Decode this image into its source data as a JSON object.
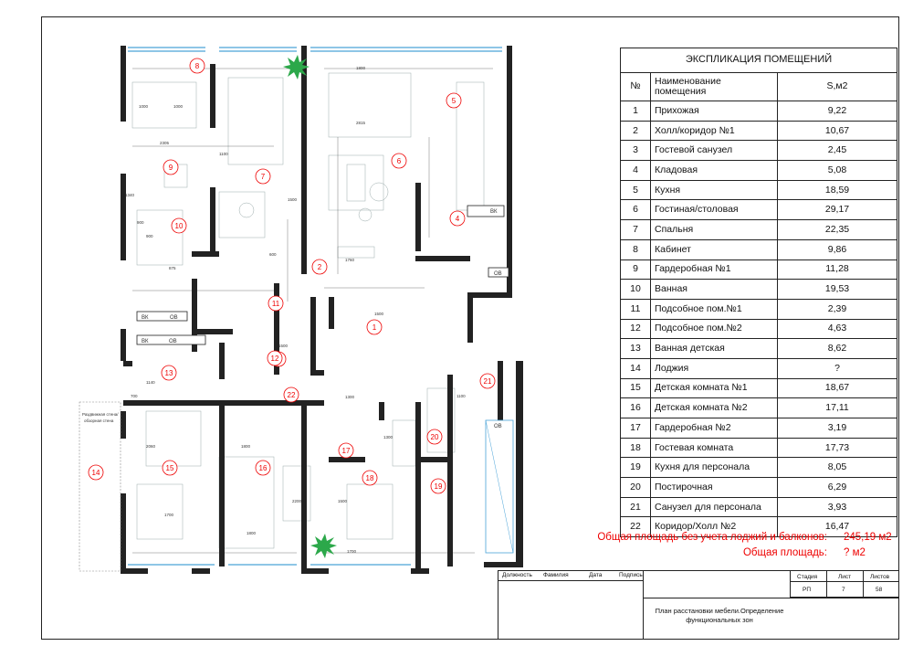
{
  "explication": {
    "title": "ЭКСПЛИКАЦИЯ ПОМЕЩЕНИЙ",
    "col_num": "№",
    "col_name": "Наименование помещения",
    "col_area": "S,м2",
    "rows": [
      {
        "n": "1",
        "name": "Прихожая",
        "area": "9,22"
      },
      {
        "n": "2",
        "name": "Холл/коридор №1",
        "area": "10,67"
      },
      {
        "n": "3",
        "name": "Гостевой санузел",
        "area": "2,45"
      },
      {
        "n": "4",
        "name": "Кладовая",
        "area": "5,08"
      },
      {
        "n": "5",
        "name": "Кухня",
        "area": "18,59"
      },
      {
        "n": "6",
        "name": "Гостиная/столовая",
        "area": "29,17"
      },
      {
        "n": "7",
        "name": "Спальня",
        "area": "22,35"
      },
      {
        "n": "8",
        "name": "Кабинет",
        "area": "9,86"
      },
      {
        "n": "9",
        "name": "Гардеробная №1",
        "area": "11,28"
      },
      {
        "n": "10",
        "name": "Ванная",
        "area": "19,53"
      },
      {
        "n": "11",
        "name": "Подсобное пом.№1",
        "area": "2,39"
      },
      {
        "n": "12",
        "name": "Подсобное пом.№2",
        "area": "4,63"
      },
      {
        "n": "13",
        "name": "Ванная детская",
        "area": "8,62"
      },
      {
        "n": "14",
        "name": "Лоджия",
        "area": "?"
      },
      {
        "n": "15",
        "name": "Детская комната №1",
        "area": "18,67"
      },
      {
        "n": "16",
        "name": "Детская комната №2",
        "area": "17,11"
      },
      {
        "n": "17",
        "name": "Гардеробная №2",
        "area": "3,19"
      },
      {
        "n": "18",
        "name": "Гостевая комната",
        "area": "17,73"
      },
      {
        "n": "19",
        "name": "Кухня для персонала",
        "area": "8,05"
      },
      {
        "n": "20",
        "name": "Постирочная",
        "area": "6,29"
      },
      {
        "n": "21",
        "name": "Санузел для персонала",
        "area": "3,93"
      },
      {
        "n": "22",
        "name": "Коридор/Холл №2",
        "area": "16,47"
      }
    ],
    "total_no_loggia_label": "Общая площадь без учета лоджий и балконов:",
    "total_no_loggia_value": "245,19 м2",
    "total_label": "Общая площадь:",
    "total_value": "? м2"
  },
  "title_block": {
    "col_position": "Должность",
    "col_surname": "Фамилия",
    "col_date": "Дата",
    "col_signature": "Подпись",
    "stage_label": "Стадия",
    "stage_value": "РП",
    "sheet_label": "Лист",
    "sheet_value": "7",
    "sheets_label": "Листов",
    "sheets_value": "58",
    "drawing_title": "План расстановки мебели.Определение функциональных зон"
  },
  "plan": {
    "room_markers": [
      "1",
      "2",
      "3",
      "4",
      "5",
      "6",
      "7",
      "8",
      "9",
      "10",
      "11",
      "12",
      "13",
      "14",
      "15",
      "16",
      "17",
      "18",
      "19",
      "20",
      "21",
      "22"
    ],
    "equipment_labels": [
      "ВК",
      "ОВ",
      "ВК",
      "ОВ",
      "ВК",
      "ОВ",
      "ОВ"
    ],
    "dimensions": [
      "1000",
      "1800",
      "2815",
      "1000",
      "1340",
      "2305",
      "900",
      "1100",
      "1500",
      "1500",
      "1300",
      "2060",
      "1800",
      "1800",
      "1300",
      "600",
      "1140",
      "875",
      "2200",
      "1700",
      "900",
      "1760",
      "1500",
      "1500",
      "1700",
      "700",
      "1100"
    ],
    "notes": [
      "Раздвижная стена/ обзорная стена"
    ]
  },
  "colors": {
    "markers": "#e00000",
    "walls": "#222222",
    "accent_green": "#2ca84a"
  }
}
